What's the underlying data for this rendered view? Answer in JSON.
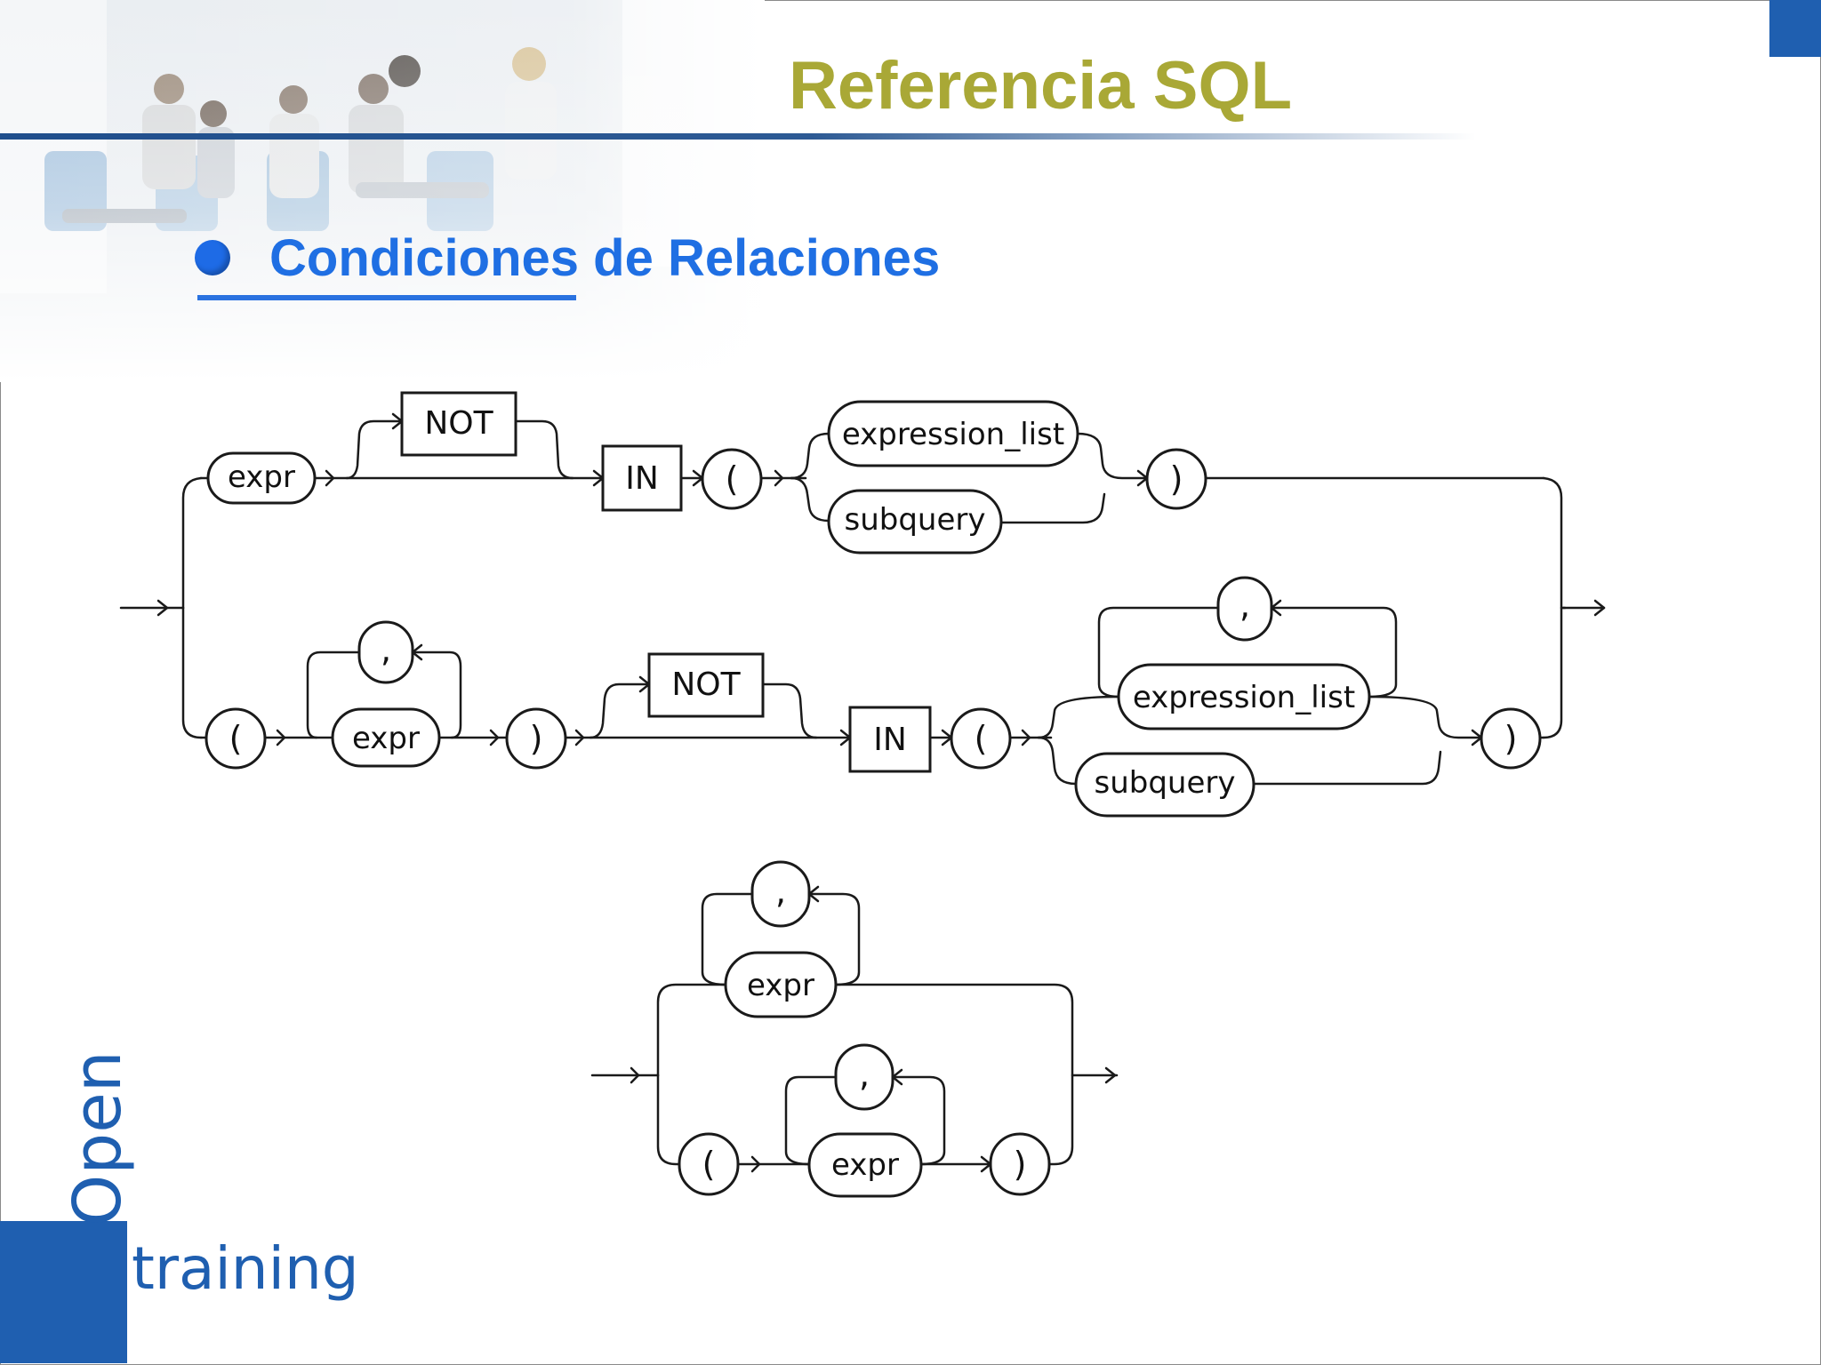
{
  "slide": {
    "title": "Referencia SQL",
    "subtitle": "Condiciones de Relaciones"
  },
  "diagram": {
    "kw_not": "NOT",
    "kw_in": "IN",
    "expr": "expr",
    "expression_list": "expression_list",
    "subquery": "subquery",
    "lparen": "(",
    "rparen": ")",
    "comma": ","
  },
  "logo": {
    "open": "Open",
    "training": "training"
  },
  "colors": {
    "title": "#a9a836",
    "subtitle": "#1f6fe3",
    "brand_blue": "#1f5fb0"
  }
}
